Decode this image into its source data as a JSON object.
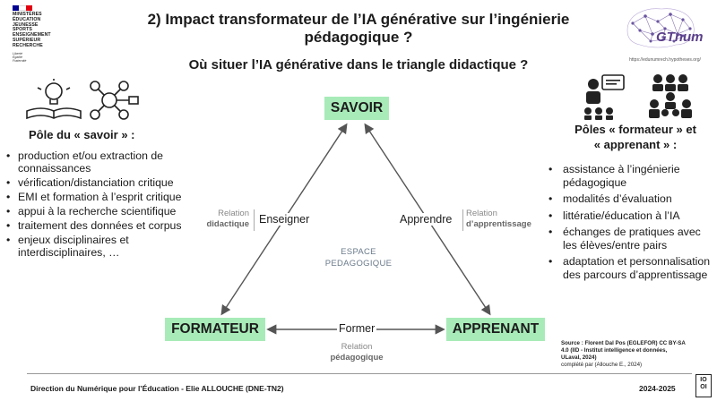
{
  "header": {
    "title_line1": "2) Impact transformateur de l’IA générative sur l’ingénierie",
    "title_line2": "pédagogique ?",
    "subtitle": "Où situer l’IA générative dans le triangle didactique ?",
    "ministry_lines": [
      "MINISTÈRES",
      "ÉDUCATION",
      "JEUNESSE",
      "SPORTS",
      "ENSEIGNEMENT",
      "SUPÉRIEUR",
      "RECHERCHE"
    ],
    "ministry_devise": [
      "Liberté",
      "Égalité",
      "Fraternité"
    ],
    "gtnum_name": "GTnum",
    "gtnum_url": "https://edunumrech.hypotheses.org/"
  },
  "left_pole": {
    "title": "Pôle du « savoir » :",
    "items": [
      "production et/ou extraction de connaissances",
      "vérification/distanciation critique",
      "EMI et formation à l’esprit critique",
      "appui à la recherche scientifique",
      "traitement des données et corpus",
      "enjeux disciplinaires et interdisciplinaires, …"
    ]
  },
  "right_pole": {
    "title_line1": "Pôles « formateur » et",
    "title_line2": "« apprenant » :",
    "items": [
      "assistance à l’ingénierie pédagogique",
      "modalités d’évaluation",
      "littératie/éducation à l’IA",
      "échanges de pratiques avec les élèves/entre pairs",
      "adaptation et personnalisation des parcours d’apprentissage"
    ]
  },
  "triangle": {
    "top": "SAVOIR",
    "bottom_left": "FORMATEUR",
    "bottom_right": "APPRENANT",
    "left_verb": "Enseigner",
    "left_relation_1": "Relation",
    "left_relation_2": "didactique",
    "right_verb": "Apprendre",
    "right_relation_1": "Relation",
    "right_relation_2": "d’apprentissage",
    "bottom_verb": "Former",
    "bottom_relation_1": "Relation",
    "bottom_relation_2": "pédagogique",
    "center_1": "ESPACE",
    "center_2": "PEDAGOGIQUE",
    "arrow_color": "#555555",
    "node_color": "#a8ebb8"
  },
  "source": {
    "line1": "Source : Florent Dal Pos (EGLEFOR) CC BY-SA",
    "line2": "4.0 (IID - Institut intelligence et données,",
    "line3": "ULaval, 2024)",
    "line4": "complété par (Allouche E., 2024)"
  },
  "footer": {
    "left": "Direction du Numérique pour l’Éducation - Elie ALLOUCHE (DNE-TN2)",
    "right": "2024-2025",
    "logo_text": "IO OI"
  }
}
